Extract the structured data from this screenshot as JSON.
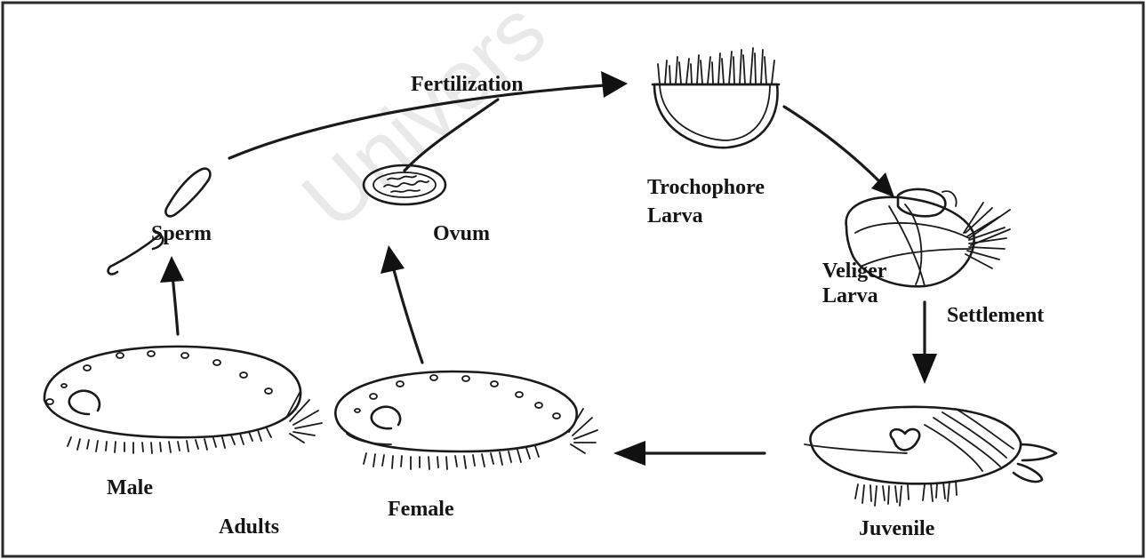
{
  "watermark": "Univers",
  "labels": {
    "fertilization": "Fertilization",
    "trochophore": "Trochophore",
    "trochophore_larva": "Larva",
    "veliger": "Veliger",
    "veliger_larva": "Larva",
    "settlement": "Settlement",
    "sperm": "Sperm",
    "ovum": "Ovum",
    "male": "Male",
    "female": "Female",
    "adults": "Adults",
    "juvenile": "Juvenile"
  }
}
